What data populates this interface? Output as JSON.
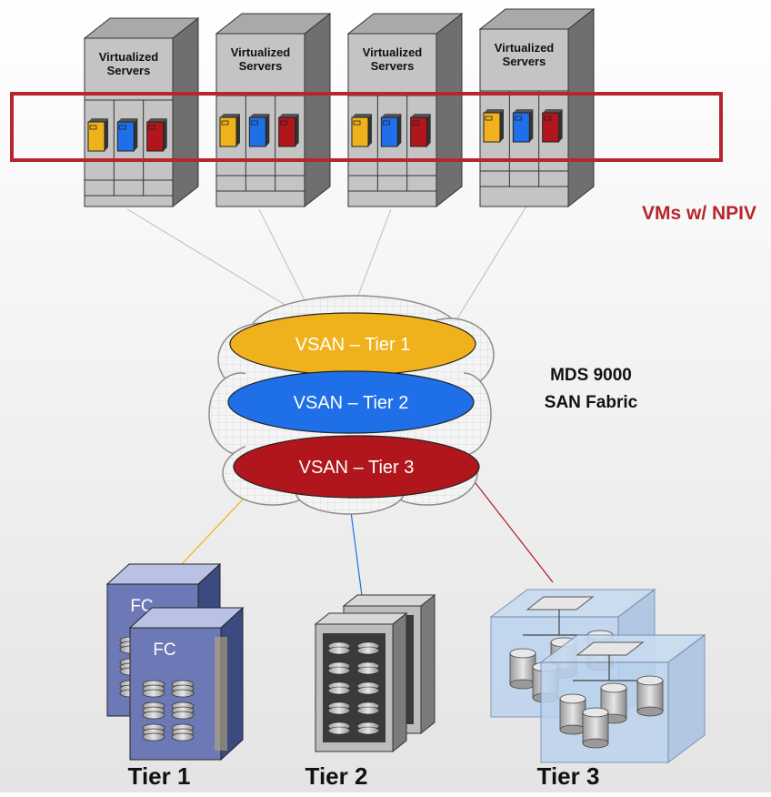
{
  "servers": [
    {
      "label_line1": "Virtualized",
      "label_line2": "Servers"
    },
    {
      "label_line1": "Virtualized",
      "label_line2": "Servers"
    },
    {
      "label_line1": "Virtualized",
      "label_line2": "Servers"
    },
    {
      "label_line1": "Virtualized",
      "label_line2": "Servers"
    }
  ],
  "vm_label": "VMs w/ NPIV",
  "vsans": [
    {
      "label": "VSAN – Tier 1",
      "color": "#f0b21c"
    },
    {
      "label": "VSAN – Tier 2",
      "color": "#1e6fe8"
    },
    {
      "label": "VSAN – Tier 3",
      "color": "#b0161c"
    }
  ],
  "fabric_label": {
    "line1": "MDS 9000",
    "line2": "SAN Fabric"
  },
  "storage": {
    "fc_label": "FC",
    "tiers": [
      {
        "label": "Tier 1"
      },
      {
        "label": "Tier 2"
      },
      {
        "label": "Tier 3"
      }
    ]
  },
  "colors": {
    "vm_highlight": "#b5272d",
    "vm_yellow": "#f0b21c",
    "vm_blue": "#1e6fe8",
    "vm_red": "#b0161c"
  }
}
